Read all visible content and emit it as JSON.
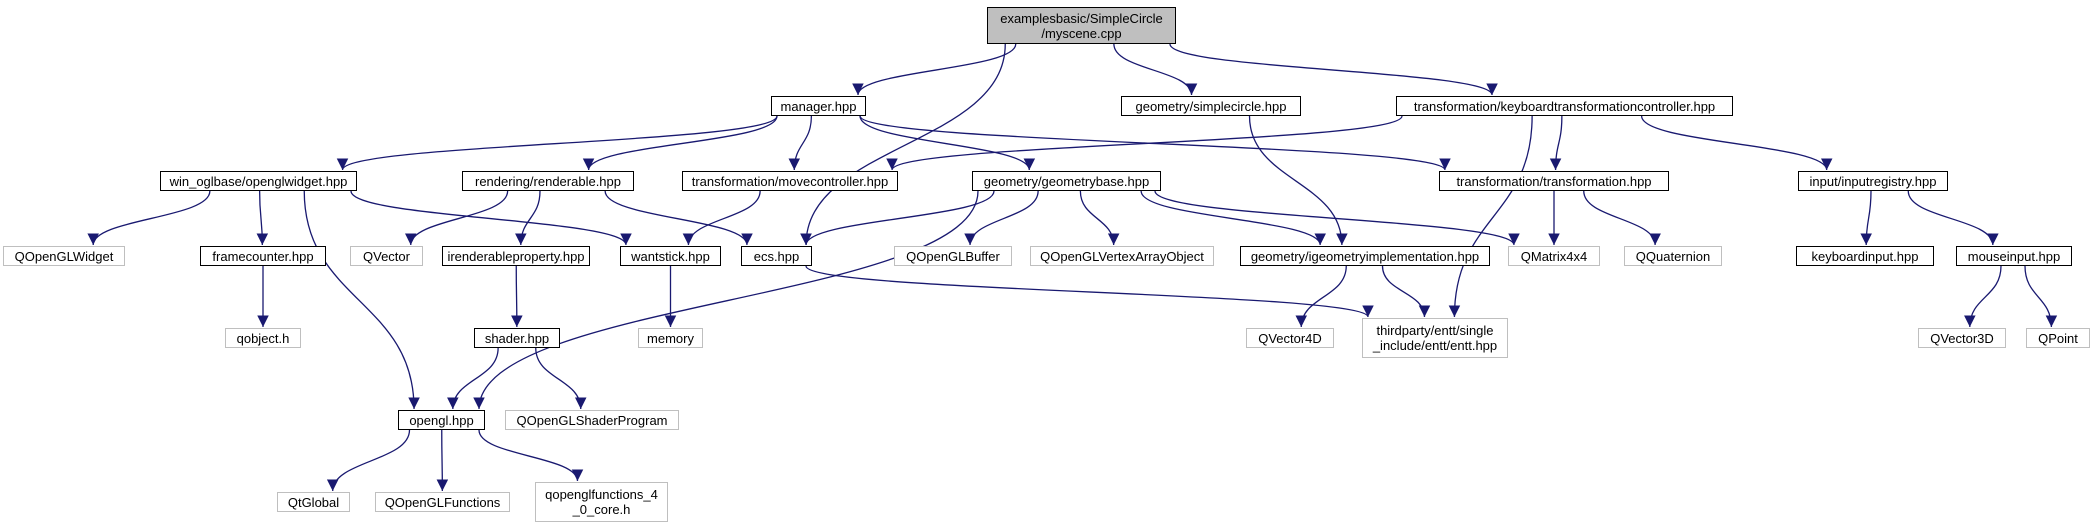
{
  "graph": {
    "nodes": {
      "myscene": {
        "label": "examplesbasic/SimpleCircle\n/myscene.cpp",
        "kind": "root"
      },
      "manager": {
        "label": "manager.hpp",
        "kind": "local"
      },
      "simplecircle": {
        "label": "geometry/simplecircle.hpp",
        "kind": "local"
      },
      "ktc": {
        "label": "transformation/keyboardtransformationcontroller.hpp",
        "kind": "local"
      },
      "openglwidget": {
        "label": "win_oglbase/openglwidget.hpp",
        "kind": "local"
      },
      "renderable": {
        "label": "rendering/renderable.hpp",
        "kind": "local"
      },
      "movecontroller": {
        "label": "transformation/movecontroller.hpp",
        "kind": "local"
      },
      "geometrybase": {
        "label": "geometry/geometrybase.hpp",
        "kind": "local"
      },
      "transformation": {
        "label": "transformation/transformation.hpp",
        "kind": "local"
      },
      "inputregistry": {
        "label": "input/inputregistry.hpp",
        "kind": "local"
      },
      "qopenglwidget": {
        "label": "QOpenGLWidget",
        "kind": "external"
      },
      "framecounter": {
        "label": "framecounter.hpp",
        "kind": "local"
      },
      "qvector": {
        "label": "QVector",
        "kind": "external"
      },
      "irenderableproperty": {
        "label": "irenderableproperty.hpp",
        "kind": "local"
      },
      "wantstick": {
        "label": "wantstick.hpp",
        "kind": "local"
      },
      "ecs": {
        "label": "ecs.hpp",
        "kind": "local"
      },
      "qopenglbuffer": {
        "label": "QOpenGLBuffer",
        "kind": "external"
      },
      "qopenglvao": {
        "label": "QOpenGLVertexArrayObject",
        "kind": "external"
      },
      "igeometryimpl": {
        "label": "geometry/igeometryimplementation.hpp",
        "kind": "local"
      },
      "qmatrix4x4": {
        "label": "QMatrix4x4",
        "kind": "external"
      },
      "qquaternion": {
        "label": "QQuaternion",
        "kind": "external"
      },
      "keyboardinput": {
        "label": "keyboardinput.hpp",
        "kind": "local"
      },
      "mouseinput": {
        "label": "mouseinput.hpp",
        "kind": "local"
      },
      "qobject": {
        "label": "qobject.h",
        "kind": "external"
      },
      "memory": {
        "label": "memory",
        "kind": "external"
      },
      "shader": {
        "label": "shader.hpp",
        "kind": "local"
      },
      "qvector4d": {
        "label": "QVector4D",
        "kind": "external"
      },
      "entt": {
        "label": "thirdparty/entt/single\n_include/entt/entt.hpp",
        "kind": "external"
      },
      "qvector3d": {
        "label": "QVector3D",
        "kind": "external"
      },
      "qpoint": {
        "label": "QPoint",
        "kind": "external"
      },
      "openglhpp": {
        "label": "opengl.hpp",
        "kind": "local"
      },
      "qopenglshaderprogram": {
        "label": "QOpenGLShaderProgram",
        "kind": "external"
      },
      "qtglobal": {
        "label": "QtGlobal",
        "kind": "external"
      },
      "qopenglfunctions": {
        "label": "QOpenGLFunctions",
        "kind": "external"
      },
      "qopenglfunctions40": {
        "label": "qopenglfunctions_4\n_0_core.h",
        "kind": "external"
      }
    },
    "edges": [
      [
        "myscene",
        "manager"
      ],
      [
        "myscene",
        "simplecircle"
      ],
      [
        "myscene",
        "ktc"
      ],
      [
        "myscene",
        "ecs"
      ],
      [
        "manager",
        "openglwidget"
      ],
      [
        "manager",
        "renderable"
      ],
      [
        "manager",
        "movecontroller"
      ],
      [
        "manager",
        "geometrybase"
      ],
      [
        "manager",
        "transformation"
      ],
      [
        "simplecircle",
        "igeometryimpl"
      ],
      [
        "ktc",
        "movecontroller"
      ],
      [
        "ktc",
        "transformation"
      ],
      [
        "ktc",
        "inputregistry"
      ],
      [
        "ktc",
        "entt"
      ],
      [
        "openglwidget",
        "qopenglwidget"
      ],
      [
        "openglwidget",
        "framecounter"
      ],
      [
        "openglwidget",
        "wantstick"
      ],
      [
        "openglwidget",
        "openglhpp"
      ],
      [
        "renderable",
        "qvector"
      ],
      [
        "renderable",
        "irenderableproperty"
      ],
      [
        "renderable",
        "ecs"
      ],
      [
        "movecontroller",
        "wantstick"
      ],
      [
        "geometrybase",
        "ecs"
      ],
      [
        "geometrybase",
        "qopenglbuffer"
      ],
      [
        "geometrybase",
        "qopenglvao"
      ],
      [
        "geometrybase",
        "igeometryimpl"
      ],
      [
        "geometrybase",
        "qmatrix4x4"
      ],
      [
        "geometrybase",
        "openglhpp"
      ],
      [
        "transformation",
        "qmatrix4x4"
      ],
      [
        "transformation",
        "qquaternion"
      ],
      [
        "inputregistry",
        "keyboardinput"
      ],
      [
        "inputregistry",
        "mouseinput"
      ],
      [
        "framecounter",
        "qobject"
      ],
      [
        "irenderableproperty",
        "shader"
      ],
      [
        "wantstick",
        "memory"
      ],
      [
        "ecs",
        "entt"
      ],
      [
        "igeometryimpl",
        "qvector4d"
      ],
      [
        "igeometryimpl",
        "entt"
      ],
      [
        "mouseinput",
        "qvector3d"
      ],
      [
        "mouseinput",
        "qpoint"
      ],
      [
        "shader",
        "openglhpp"
      ],
      [
        "shader",
        "qopenglshaderprogram"
      ],
      [
        "openglhpp",
        "qtglobal"
      ],
      [
        "openglhpp",
        "qopenglfunctions"
      ],
      [
        "openglhpp",
        "qopenglfunctions40"
      ]
    ],
    "colors": {
      "edge": "#191970",
      "local_border": "#000000",
      "external_border": "#bfbfbf",
      "root_fill": "#bfbfbf"
    }
  }
}
